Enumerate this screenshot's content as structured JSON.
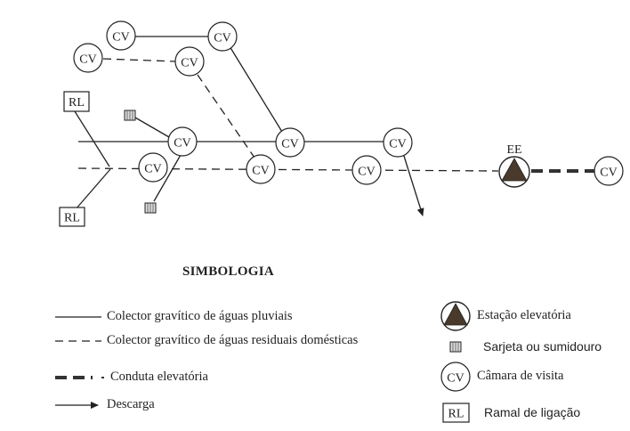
{
  "diagram": {
    "node_label_cv": "CV",
    "node_label_rl": "RL",
    "node_label_ee": "EE"
  },
  "legend": {
    "title": "SIMBOLOGIA",
    "items": {
      "pluvial": "Colector gravítico de águas pluviais",
      "residual": "Colector gravítico de águas residuais domésticas",
      "elevatoria_conduit": "Conduta elevatória",
      "descarga": "Descarga",
      "estacao": "Estação elevatória",
      "sarjeta": "Sarjeta ou sumidouro",
      "camara": "Câmara de visita",
      "ramal": "Ramal de ligação"
    }
  }
}
